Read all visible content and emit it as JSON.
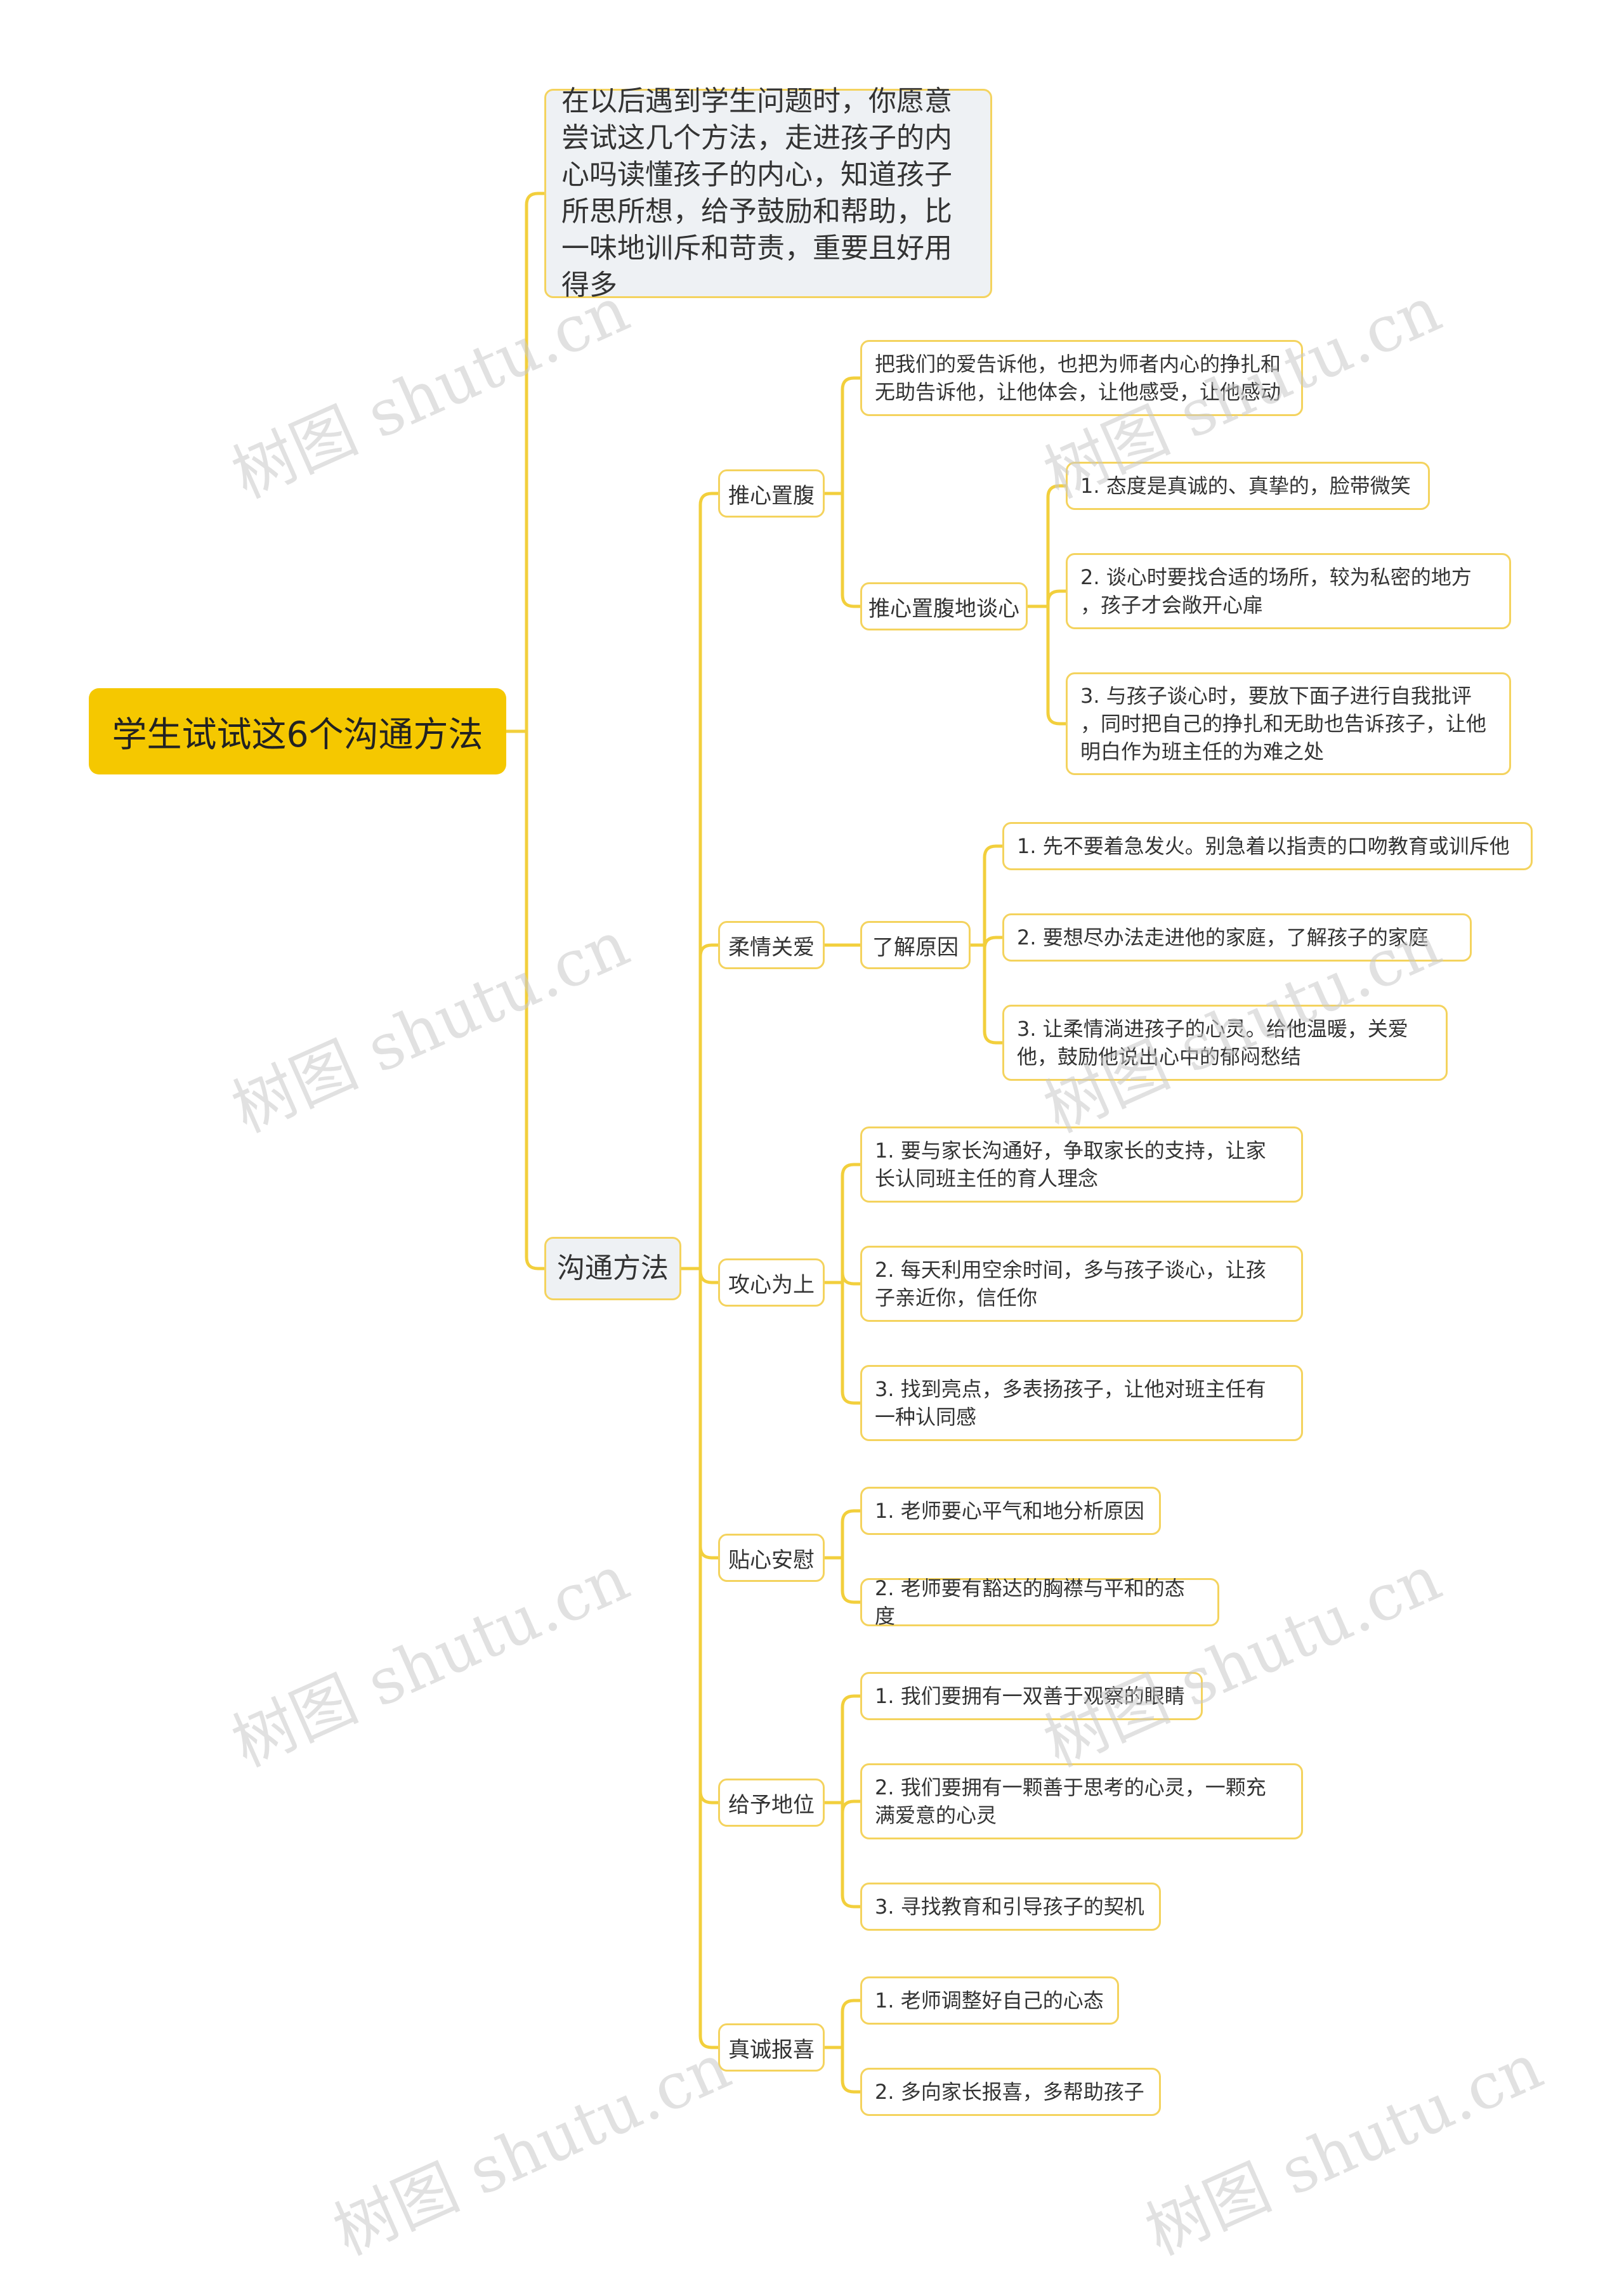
{
  "root": "学生试试这6个沟通方法",
  "intro": "在以后遇到学生问题时，你愿意尝试这几个方法，走进孩子的内心吗读懂孩子的内心，知道孩子所思所想，给予鼓励和帮助，比一味地训斥和苛责，重要且好用得多",
  "methods_label": "沟通方法",
  "branches": [
    {
      "label": "推心置腹",
      "leaf": "把我们的爱告诉他，也把为师者内心的挣扎和\n无助告诉他，让他体会，让他感受，让他感动",
      "sub_label": "推心置腹地谈心",
      "sub_items": [
        "1. 态度是真诚的、真挚的，脸带微笑",
        "2. 谈心时要找合适的场所，较为私密的地方\n，孩子才会敞开心扉",
        "3. 与孩子谈心时，要放下面子进行自我批评\n，同时把自己的挣扎和无助也告诉孩子，让他\n明白作为班主任的为难之处"
      ]
    },
    {
      "label": "柔情关爱",
      "sub_label": "了解原因",
      "sub_items": [
        "1. 先不要着急发火。别急着以指责的口吻教育或训斥他",
        "2. 要想尽办法走进他的家庭，了解孩子的家庭",
        "3. 让柔情淌进孩子的心灵。给他温暖，关爱\n他，鼓励他说出心中的郁闷愁结"
      ]
    },
    {
      "label": "攻心为上",
      "items": [
        "1. 要与家长沟通好，争取家长的支持，让家\n长认同班主任的育人理念",
        "2. 每天利用空余时间，多与孩子谈心，让孩\n子亲近你，信任你",
        "3. 找到亮点，多表扬孩子，让他对班主任有\n一种认同感"
      ]
    },
    {
      "label": "贴心安慰",
      "items": [
        "1. 老师要心平气和地分析原因",
        "2. 老师要有豁达的胸襟与平和的态度"
      ]
    },
    {
      "label": "给予地位",
      "items": [
        "1. 我们要拥有一双善于观察的眼睛",
        "2. 我们要拥有一颗善于思考的心灵，一颗充\n满爱意的心灵",
        "3. 寻找教育和引导孩子的契机"
      ]
    },
    {
      "label": "真诚报喜",
      "items": [
        "1. 老师调整好自己的心态",
        "2. 多向家长报喜，多帮助孩子"
      ]
    }
  ],
  "watermark": "树图 shutu.cn",
  "colors": {
    "accent": "#f5c800",
    "line": "#f2cf3c",
    "border": "#f4d35e"
  }
}
